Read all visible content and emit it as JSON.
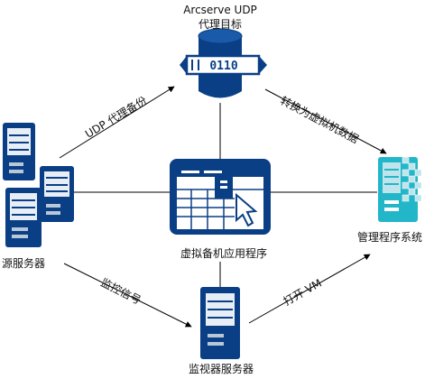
{
  "nodes": {
    "target": {
      "title": "Arcserve UDP",
      "subtitle": "代理目标",
      "icon": "database-binary-icon",
      "cylinder_digits": "0110"
    },
    "source": {
      "label": "源服务器",
      "icon": "server-cluster-icon"
    },
    "app": {
      "label": "虚拟备机应用程序",
      "icon": "application-window-cursor-icon"
    },
    "mgmt": {
      "label": "管理程序系统",
      "icon": "hypervisor-server-icon"
    },
    "monitor": {
      "label": "监视器服务器",
      "icon": "server-icon"
    }
  },
  "edges": {
    "udp_backup": "UDP 代理备份",
    "convert": "转换为虚拟机数据",
    "monitor_signal": "监控信号",
    "power_on": "打开 VM"
  },
  "colors": {
    "primary": "#0a3f86",
    "server_light": "#e8eef5",
    "server_mid": "#b9c8d8",
    "hypervisor": "#22b6c9",
    "hypervisor_light": "#bfe4ec",
    "line": "#000000"
  }
}
